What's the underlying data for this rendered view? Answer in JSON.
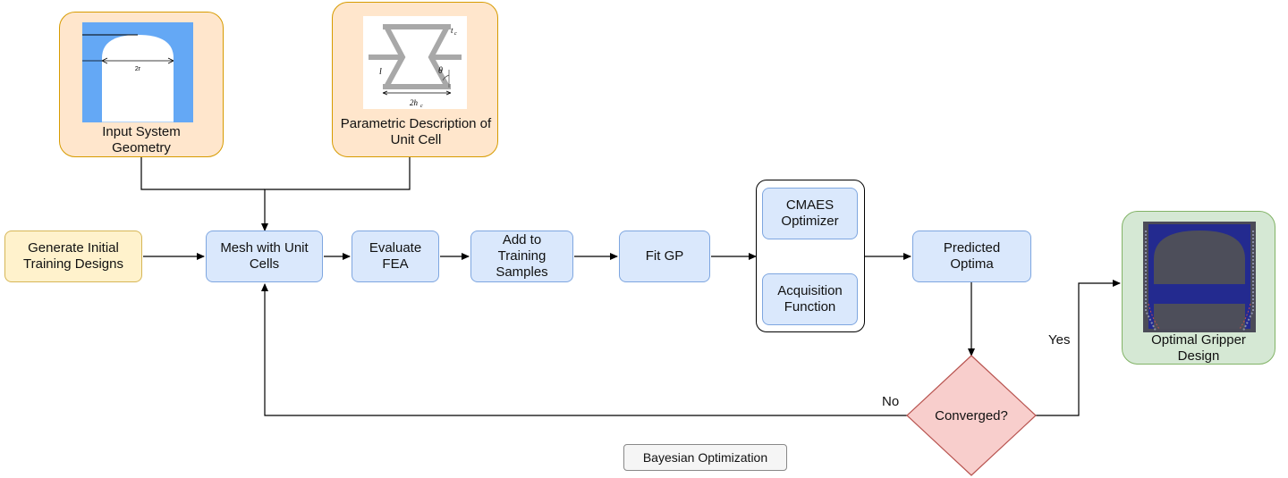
{
  "nodes": {
    "input_geometry": "Input System Geometry",
    "parametric": "Parametric Description of Unit Cell",
    "generate": "Generate Initial Training Designs",
    "mesh": "Mesh with Unit Cells",
    "evaluate": "Evaluate FEA",
    "add": "Add to Training Samples",
    "fit": "Fit GP",
    "cmaes": "CMAES Optimizer",
    "acquisition": "Acquisition Function",
    "predicted": "Predicted Optima",
    "converged": "Converged?",
    "optimal": "Optimal Gripper Design"
  },
  "edge_labels": {
    "yes": "Yes",
    "no": "No"
  },
  "geometry_image": {
    "dimension_label": "2r"
  },
  "unit_cell_image": {
    "label_t": "t",
    "label_t_sub": "c",
    "label_l": "l",
    "label_theta": "θ",
    "label_h": "2h",
    "label_h_sub": "c"
  },
  "footer_label": "Bayesian Optimization",
  "colors": {
    "blue_fill": "#dae8fc",
    "blue_stroke": "#7ea6e0",
    "orange_fill": "#ffe6cc",
    "orange_stroke": "#d79b00",
    "yellow_fill": "#fff2cc",
    "green_fill": "#d5e8d4",
    "red_fill": "#f8cecc",
    "red_stroke": "#b85450",
    "geometry_blue": "#64a8f5",
    "gripper_navy": "#2a2f8c"
  }
}
